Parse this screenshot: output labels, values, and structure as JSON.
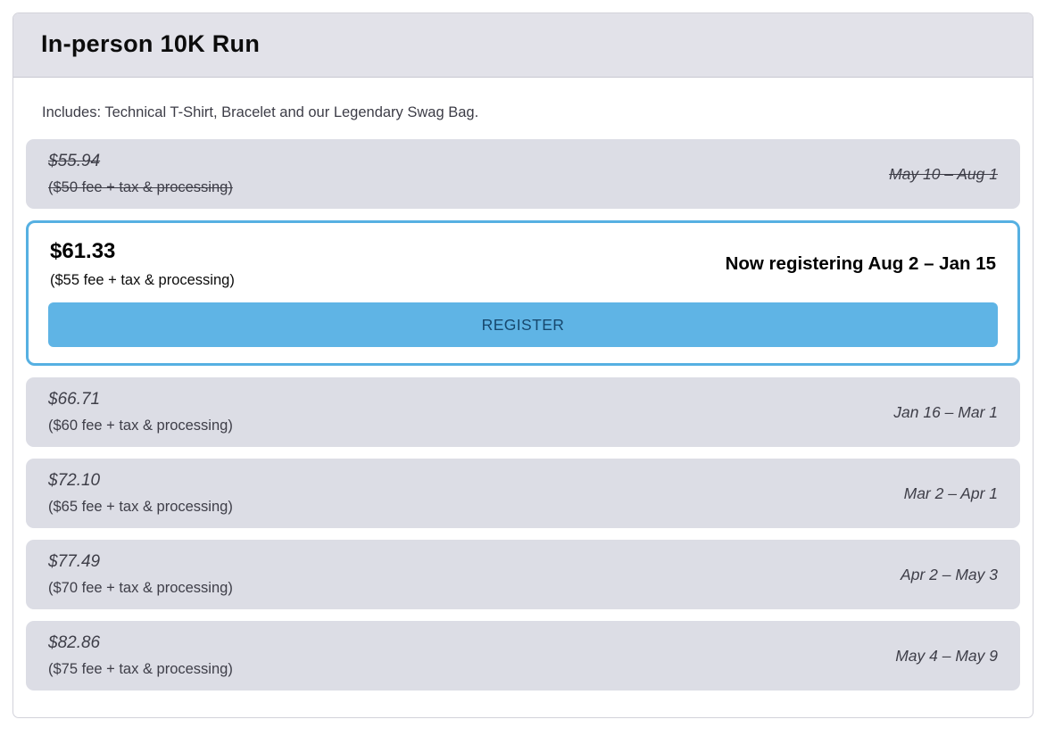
{
  "header": {
    "title": "In-person 10K Run"
  },
  "description": "Includes: Technical T-Shirt, Bracelet and our Legendary Swag Bag.",
  "tiers": [
    {
      "price": "$55.94",
      "fee": "($50 fee + tax & processing)",
      "dates": "May 10 – Aug 1",
      "status": "past"
    },
    {
      "price": "$61.33",
      "fee": "($55 fee + tax & processing)",
      "dates": "Now registering Aug 2 – Jan 15",
      "status": "active",
      "button_label": "REGISTER"
    },
    {
      "price": "$66.71",
      "fee": "($60 fee + tax & processing)",
      "dates": "Jan 16 – Mar 1",
      "status": "upcoming"
    },
    {
      "price": "$72.10",
      "fee": "($65 fee + tax & processing)",
      "dates": "Mar 2 – Apr 1",
      "status": "upcoming"
    },
    {
      "price": "$77.49",
      "fee": "($70 fee + tax & processing)",
      "dates": "Apr 2 – May 3",
      "status": "upcoming"
    },
    {
      "price": "$82.86",
      "fee": "($75 fee + tax & processing)",
      "dates": "May 4 – May 9",
      "status": "upcoming"
    }
  ],
  "colors": {
    "header_bg": "#e2e2e9",
    "row_bg": "#dcdde5",
    "card_border": "#d2d2da",
    "accent_border": "#56b0e2",
    "accent_blue": "#5fb4e5",
    "button_text": "#17486e",
    "muted_text": "#3e3e48"
  }
}
